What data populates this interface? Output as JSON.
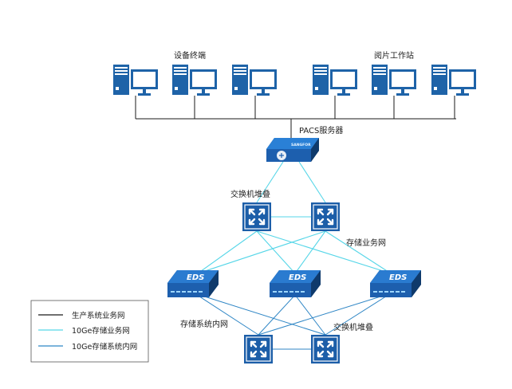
{
  "labels": {
    "terminal_group": "设备终端",
    "workstation_group": "阅片工作站",
    "server": "PACS服务器",
    "server_brand": "SANGFOR",
    "switch_stack_top": "交换机堆叠",
    "storage_business_net": "存储业务网",
    "storage_internal_net": "存储系统内网",
    "switch_stack_bottom": "交换机堆叠",
    "eds": "EDS"
  },
  "legend": {
    "items": [
      {
        "label": "生产系统业务网",
        "color": "#1a1a1a"
      },
      {
        "label": "10Ge存储业务网",
        "color": "#56d6e8"
      },
      {
        "label": "10Ge存储系统内网",
        "color": "#2f86c5"
      }
    ]
  },
  "colors": {
    "production": "#1a1a1a",
    "storage_business": "#56d6e8",
    "storage_internal": "#2f86c5",
    "computer": "#1e63a8",
    "switch": "#1c5ea8",
    "eds": "#1d5fae"
  }
}
